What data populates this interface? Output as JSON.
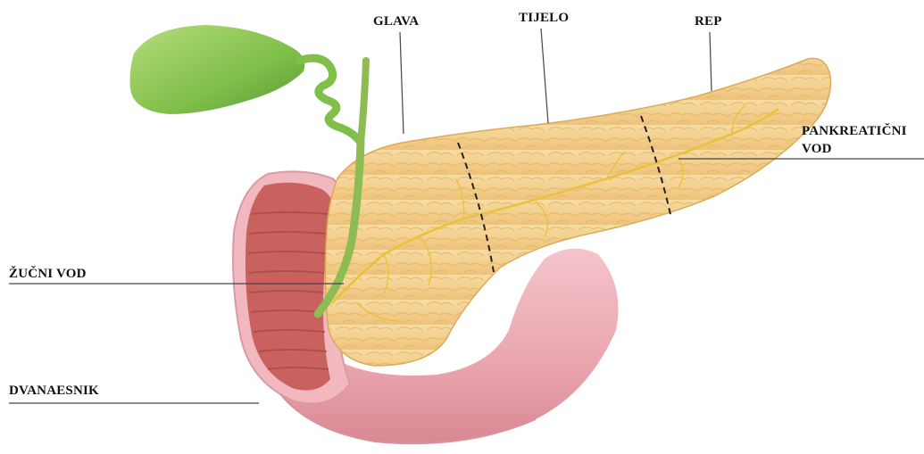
{
  "labels": {
    "glava": "GLAVA",
    "tijelo": "TIJELO",
    "rep": "REP",
    "pankreaticni_line1": "PANKREATIČNI",
    "pankreaticni_line2": "VOD",
    "zucni_vod": "ŽUČNI VOD",
    "dvanaesnik": "DVANAESNIK"
  },
  "colors": {
    "background": "#ffffff",
    "pancreas": "#f3d190",
    "pancreas_lobule": "#e6b96a",
    "duct": "#e8c23a",
    "gallbladder": "#7fbf4a",
    "bile_duct": "#8fbb55",
    "duodenum_outer": "#f2b8c0",
    "duodenum_inner": "#c9625e",
    "stomach": "#efb0b8",
    "leader_line": "#444444"
  }
}
